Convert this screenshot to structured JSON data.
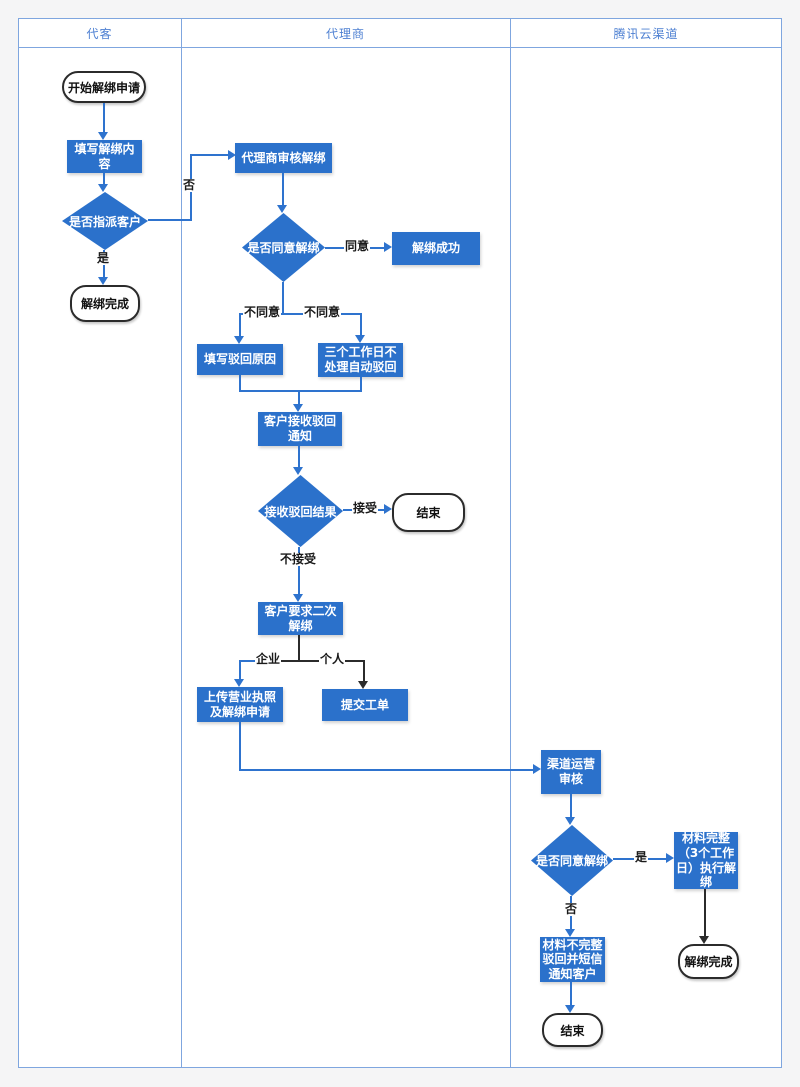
{
  "colors": {
    "node_blue": "#2B71CB",
    "connector_blue": "#2E73CE",
    "connector_black": "#2B2B2B",
    "lane_border": "#7FA6DF",
    "header_text": "#4E80D2",
    "page_bg": "#F5F5F6"
  },
  "lanes": [
    {
      "label": "代客"
    },
    {
      "label": "代理商"
    },
    {
      "label": "腾讯云渠道"
    }
  ],
  "nodes": {
    "start": {
      "label": "开始解绑申请"
    },
    "fill_content": {
      "label": "填写解绑内容"
    },
    "assign_decision": {
      "label": "是否指派客户"
    },
    "unbind_done_left": {
      "label": "解绑完成"
    },
    "agent_review": {
      "label": "代理商审核解绑"
    },
    "agree_decision": {
      "label": "是否同意解绑"
    },
    "unbind_success": {
      "label": "解绑成功"
    },
    "fill_reject_reason": {
      "label": "填写驳回原因"
    },
    "auto_reject": {
      "label": "三个工作日不处理自动驳回"
    },
    "receive_reject_notice": {
      "label": "客户接收驳回通知"
    },
    "receive_reject_result": {
      "label": "接收驳回结果"
    },
    "end_mid": {
      "label": "结束"
    },
    "second_unbind": {
      "label": "客户要求二次解绑"
    },
    "upload_license": {
      "label": "上传营业执照及解绑申请"
    },
    "submit_ticket": {
      "label": "提交工单"
    },
    "channel_review": {
      "label": "渠道运营审核"
    },
    "channel_decision": {
      "label": "是否同意解绑"
    },
    "material_complete": {
      "label": "材料完整（3个工作日）执行解绑"
    },
    "material_incomplete": {
      "label": "材料不完整驳回并短信通知客户"
    },
    "unbind_done_right": {
      "label": "解绑完成"
    },
    "end_right": {
      "label": "结束"
    }
  },
  "labels": {
    "no1": "否",
    "yes1": "是",
    "agree": "同意",
    "disagree1": "不同意",
    "disagree2": "不同意",
    "accept": "接受",
    "not_accept": "不接受",
    "company": "企业",
    "personal": "个人",
    "yes2": "是",
    "no2": "否"
  }
}
